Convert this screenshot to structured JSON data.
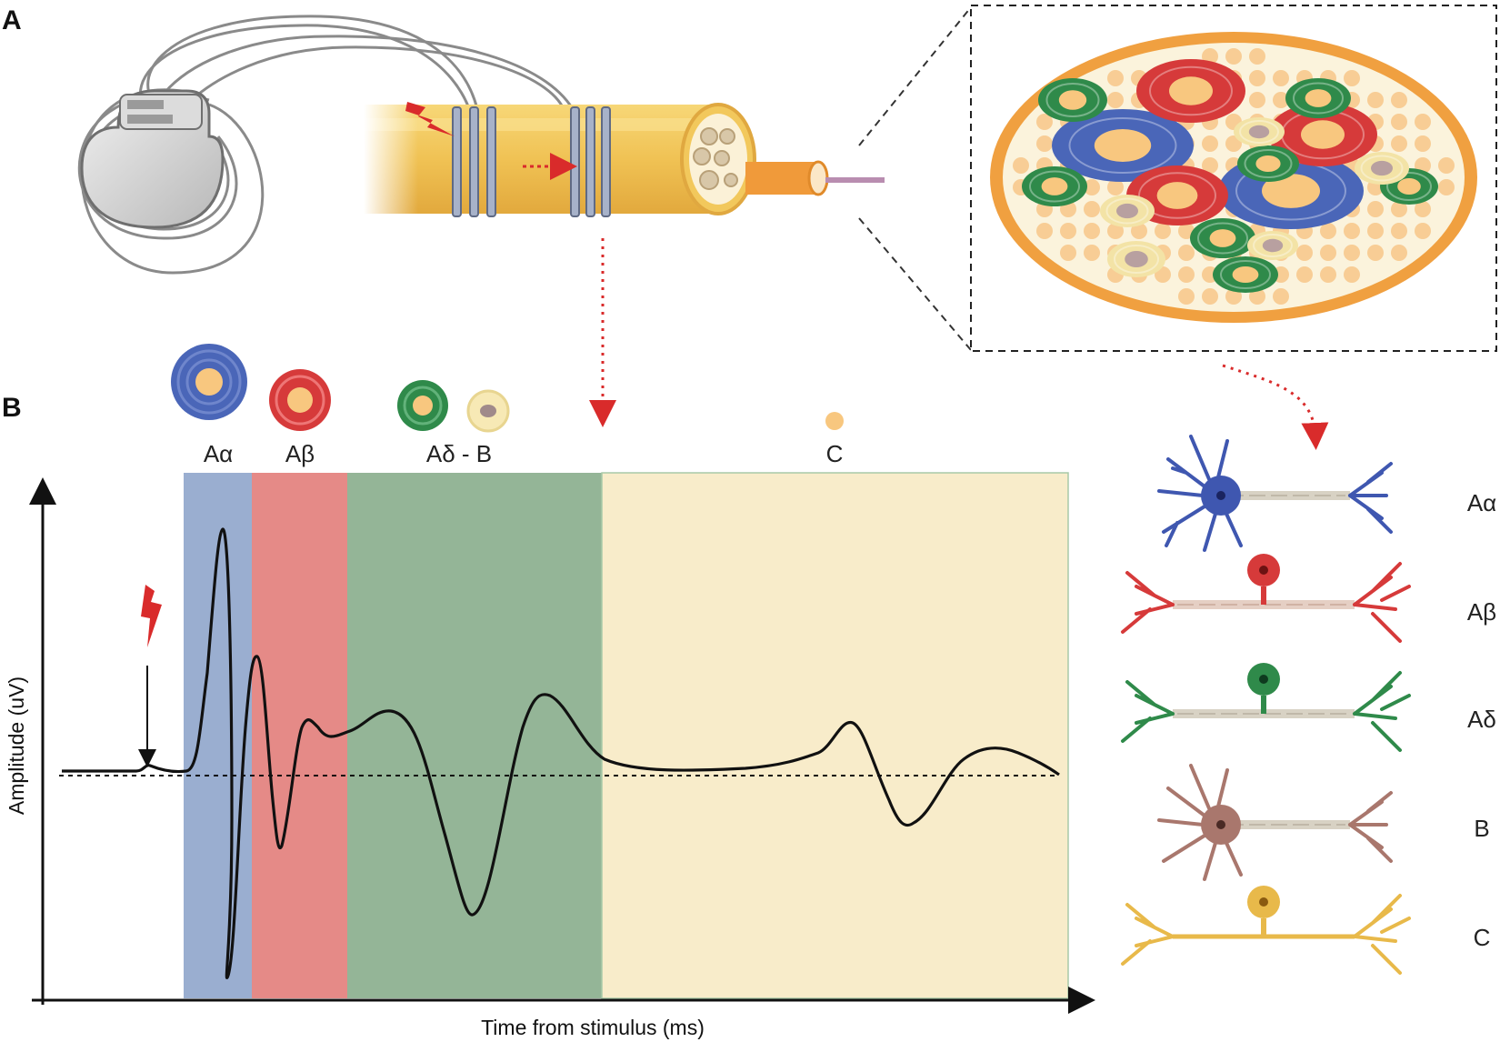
{
  "panels": {
    "a": "A",
    "b": "B"
  },
  "fiber_bands": [
    {
      "label": "Aα",
      "color": "#9aaed0"
    },
    {
      "label": "Aβ",
      "color": "#e58a87"
    },
    {
      "label": "Aδ - B",
      "color": "#94b597"
    },
    {
      "label": "C",
      "color": "#f8ecca"
    }
  ],
  "axes": {
    "x_label": "Time from stimulus (ms)",
    "y_label": "Amplitude (uV)"
  },
  "neurons": [
    {
      "label": "Aα",
      "color": "#3f57b0"
    },
    {
      "label": "Aβ",
      "color": "#d63a3a"
    },
    {
      "label": "Aδ",
      "color": "#2f8a4a"
    },
    {
      "label": "B",
      "color": "#a9776d"
    },
    {
      "label": "C",
      "color": "#e8b94a"
    }
  ],
  "colors": {
    "nerve": "#f2c85c",
    "electrode": "#a7b2c9",
    "stimulus": "#d92b2b",
    "trace": "#111111"
  }
}
